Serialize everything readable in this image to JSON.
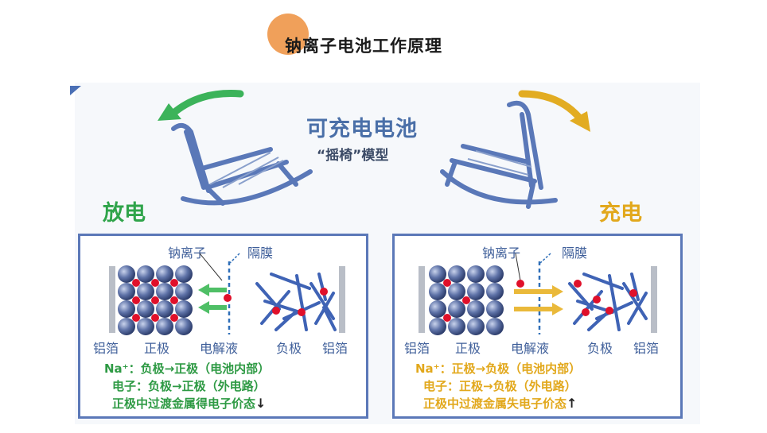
{
  "page": {
    "title": "钠离子电池工作原理"
  },
  "diagram": {
    "center_title": "可充电电池",
    "center_subtitle": "“摇椅”模型",
    "discharge": {
      "label": "放电",
      "ion_label": "钠离子",
      "separator_label": "隔膜",
      "bottom_labels": [
        "铝箔",
        "正极",
        "电解液",
        "负极",
        "铝箔"
      ],
      "line1": "Na⁺：负极→正极（电池内部）",
      "line2": "电子：负极→正极（外电路）",
      "line3": "正极中过渡金属得电子价态",
      "arrow": "↓"
    },
    "charge": {
      "label": "充电",
      "ion_label": "钠离子",
      "separator_label": "隔膜",
      "bottom_labels": [
        "铝箔",
        "正极",
        "电解液",
        "负极",
        "铝箔"
      ],
      "line1": "Na⁺：正极→负极（电池内部）",
      "line2": "电子：正极→负极（外电路）",
      "line3": "正极中过渡金属失电子价态",
      "arrow": "↑"
    }
  },
  "colors": {
    "discharge": "#2fa44a",
    "charge": "#e2a81c",
    "frame": "#5b78b8",
    "sphere": "#5b6fa3",
    "ion": "#e0102a"
  },
  "icons": [
    "rocking-chair-icon",
    "curved-arrow-icon"
  ]
}
